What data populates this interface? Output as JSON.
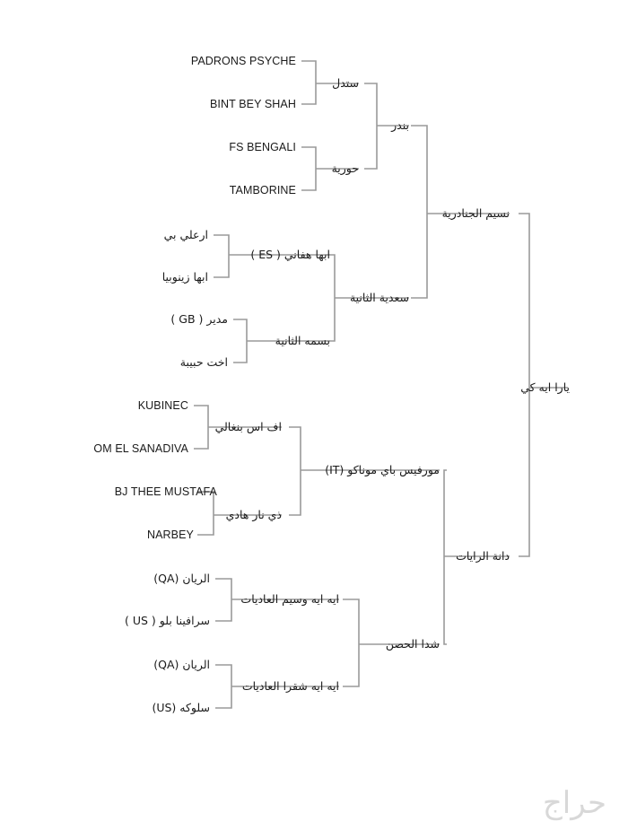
{
  "pedigree": {
    "name": "يارا ايه كي",
    "sire": {
      "name": "نسيم الجنادرية",
      "sire": {
        "name": "بندر",
        "sire": {
          "name": "ستدل",
          "sire": "PADRONS PSYCHE",
          "dam": "BINT BEY SHAH"
        },
        "dam": {
          "name": "حورية",
          "sire": "FS BENGALI",
          "dam": "TAMBORINE"
        }
      },
      "dam": {
        "name": "سعدية الثانية",
        "sire": {
          "name": "ابها هفاني ( ES )",
          "sire": "ارعلي بي",
          "dam": "ابها زينوبيا"
        },
        "dam": {
          "name": "بسمه الثانية",
          "sire": "مدير ( GB )",
          "dam": "اخت حبيبة"
        }
      }
    },
    "dam": {
      "name": "دانة الرايات",
      "sire": {
        "name": "مورفيس باي موناكو (IT)",
        "sire": {
          "name": "اف اس بنغالي",
          "sire": "KUBINEC",
          "dam": "OM EL SANADIVA"
        },
        "dam": {
          "name": "ذي نار هادي",
          "sire": "BJ THEE MUSTAFA",
          "dam": "NARBEY"
        }
      },
      "dam": {
        "name": "شدا الحصن",
        "sire": {
          "name": "ايه ايه وسيم العاديات",
          "sire": "الريان (QA)",
          "dam": "سرافينا بلو ( US )"
        },
        "dam": {
          "name": "ايه ايه شقرا العاديات",
          "sire": "الريان (QA)",
          "dam": "سلوكه (US)"
        }
      }
    }
  },
  "watermark": "حراج",
  "colors": {
    "line": "#9a9a9a",
    "text": "#1a1a1a",
    "watermark": "#d8d8d8"
  }
}
